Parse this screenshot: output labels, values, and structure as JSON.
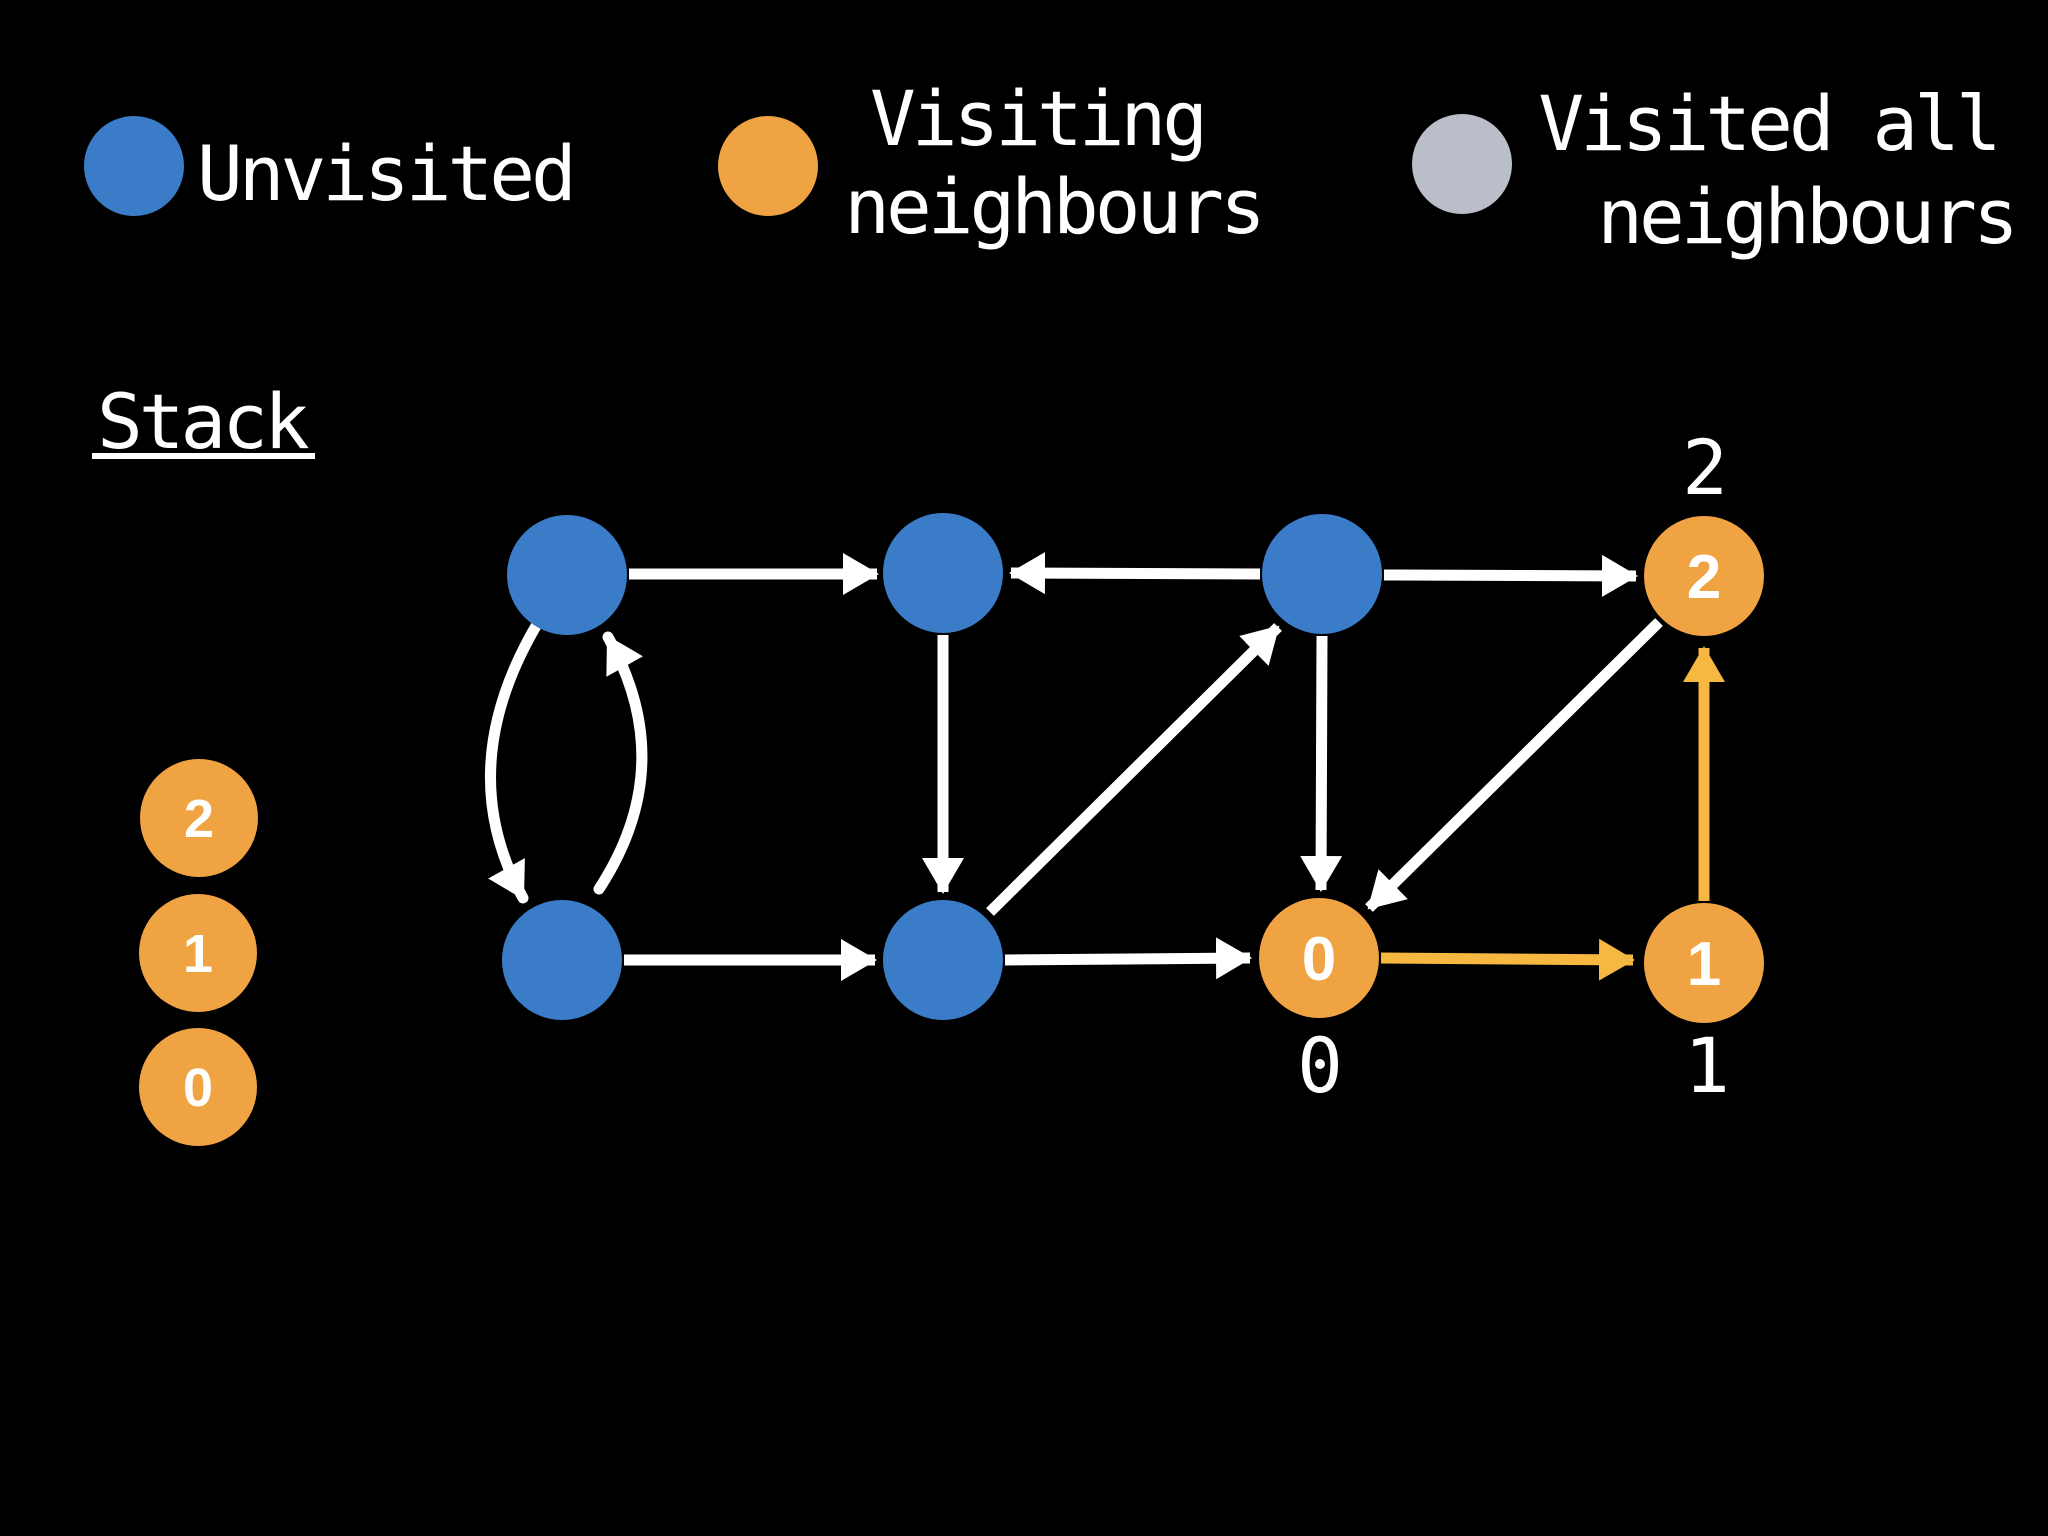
{
  "colors": {
    "background": "#000000",
    "unvisited_blue": "#3A7CC8",
    "visiting_orange": "#F0A342",
    "visited_gray": "#B9BEC9",
    "edge_white": "#FFFFFF",
    "active_edge_orange": "#F6B840",
    "text": "#FFFFFF"
  },
  "legend": {
    "items": [
      {
        "state": "unvisited",
        "color": "#3A7CC8",
        "lines": [
          "Unvisited"
        ]
      },
      {
        "state": "visiting-neighbours",
        "color": "#F0A342",
        "lines": [
          "Visiting",
          "neighbours"
        ]
      },
      {
        "state": "visited-all-neighbours",
        "color": "#B9BEC9",
        "lines": [
          "Visited all",
          "neighbours"
        ]
      }
    ]
  },
  "stack": {
    "title": "Stack",
    "items": [
      "2",
      "1",
      "0"
    ]
  },
  "graph": {
    "nodes": [
      {
        "id": "top-1",
        "state": "unvisited",
        "value": "",
        "label": ""
      },
      {
        "id": "top-2",
        "state": "unvisited",
        "value": "",
        "label": ""
      },
      {
        "id": "top-3",
        "state": "unvisited",
        "value": "",
        "label": ""
      },
      {
        "id": "node-2",
        "state": "visiting-neighbours",
        "value": "2",
        "label": "2"
      },
      {
        "id": "bottom-1",
        "state": "unvisited",
        "value": "",
        "label": ""
      },
      {
        "id": "bottom-2",
        "state": "unvisited",
        "value": "",
        "label": ""
      },
      {
        "id": "node-0",
        "state": "visiting-neighbours",
        "value": "0",
        "label": "0"
      },
      {
        "id": "node-1",
        "state": "visiting-neighbours",
        "value": "1",
        "label": "1"
      }
    ],
    "edges": [
      {
        "from": "top-1",
        "to": "top-2",
        "active": false
      },
      {
        "from": "top-3",
        "to": "top-2",
        "active": false
      },
      {
        "from": "top-3",
        "to": "node-2",
        "active": false
      },
      {
        "from": "top-1",
        "to": "bottom-1",
        "active": false
      },
      {
        "from": "bottom-1",
        "to": "top-1",
        "active": false
      },
      {
        "from": "top-2",
        "to": "bottom-2",
        "active": false
      },
      {
        "from": "bottom-2",
        "to": "top-3",
        "active": false
      },
      {
        "from": "top-3",
        "to": "node-0",
        "active": false
      },
      {
        "from": "node-2",
        "to": "node-0",
        "active": false
      },
      {
        "from": "bottom-1",
        "to": "bottom-2",
        "active": false
      },
      {
        "from": "bottom-2",
        "to": "node-0",
        "active": false
      },
      {
        "from": "node-0",
        "to": "node-1",
        "active": true
      },
      {
        "from": "node-1",
        "to": "node-2",
        "active": true
      }
    ]
  }
}
